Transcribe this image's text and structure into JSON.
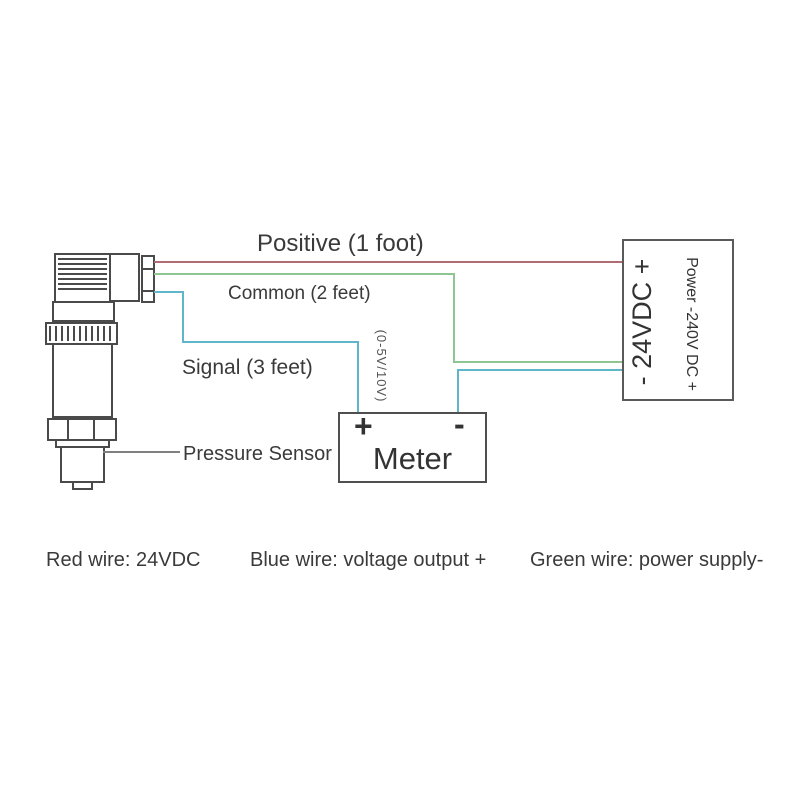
{
  "diagram": {
    "title_labels": {
      "positive": "Positive (1 foot)",
      "common": "Common (2 feet)",
      "signal": "Signal (3 feet)",
      "signal_range": "(0-5V/10V)",
      "pressure_sensor": "Pressure Sensor"
    },
    "meter": {
      "plus_terminal": "+",
      "minus_terminal": "-",
      "name": "Meter"
    },
    "power_supply": {
      "dc_terminals_label": "- 24VDC +",
      "power_label": "Power -240V DC +"
    },
    "legend": [
      {
        "text": "Red wire: 24VDC"
      },
      {
        "text": "Blue wire: voltage output +"
      },
      {
        "text": "Green wire: power supply-"
      }
    ],
    "wire_colors": {
      "red": "#b16b72",
      "green": "#8fc68f",
      "blue": "#5fb6c9"
    },
    "line_color": "#4a4a4a"
  }
}
